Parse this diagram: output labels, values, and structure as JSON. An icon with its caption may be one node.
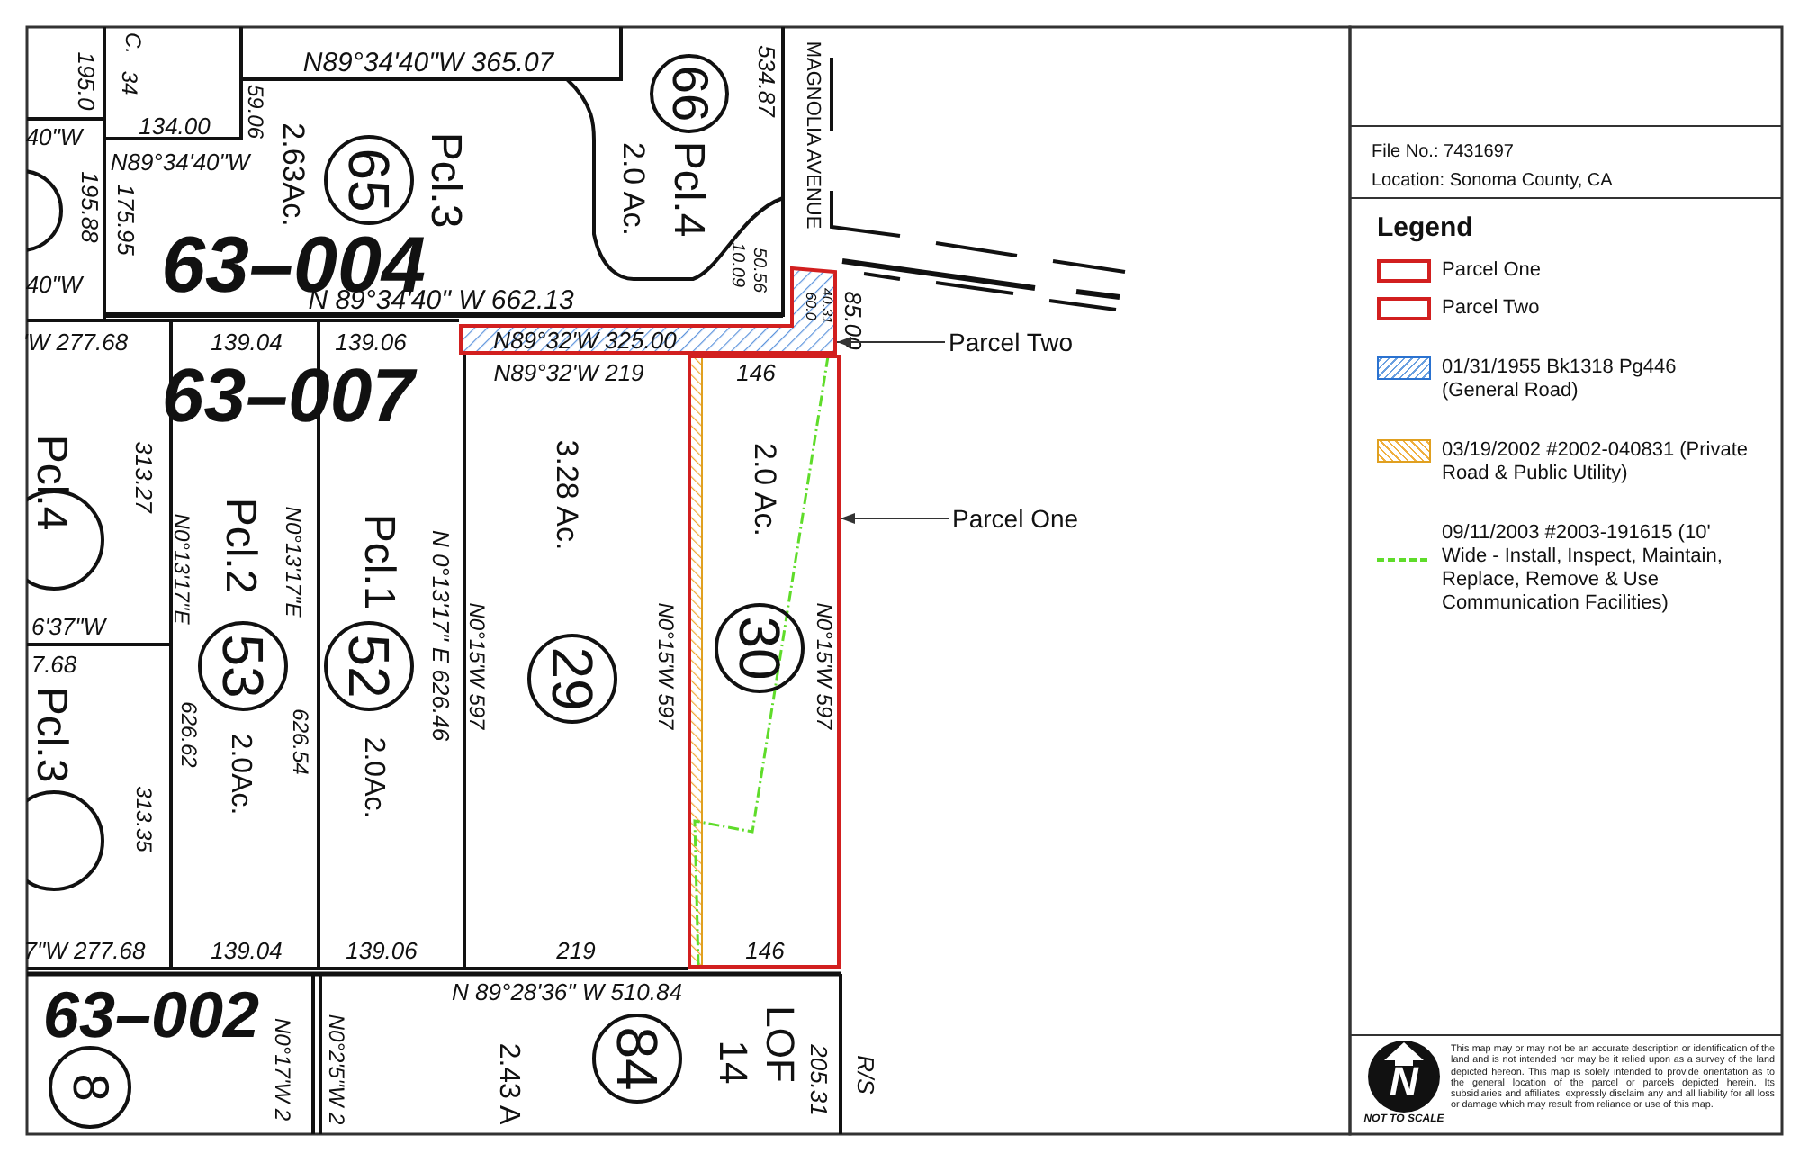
{
  "diagram": {
    "nodes": [
      {
        "text": [
          "Parcel Two"
        ]
      },
      {
        "text": [],
        "shape": "box"
      },
      {
        "text": [
          "Parcel One"
        ]
      },
      {
        "text": [],
        "shape": "box"
      },
      {
        "text": [
          "65"
        ]
      },
      {
        "text": [
          "66"
        ]
      },
      {
        "text": [
          "53"
        ]
      },
      {
        "text": [
          "52"
        ]
      },
      {
        "text": [
          "29"
        ]
      },
      {
        "text": [
          "30"
        ],
        "in": 3
      },
      {
        "text": [
          "84"
        ]
      },
      {
        "text": [
          "8"
        ]
      }
    ],
    "edges": [
      {
        "from": 0,
        "to": 1,
        "arrow": "to"
      },
      {
        "from": 2,
        "to": 3,
        "arrow": "to"
      }
    ],
    "labels": [
      "195.0",
      "C.",
      "34",
      "N89°34'40\"W 365.07",
      "59.06",
      "134.00",
      "40\"W",
      "N89°34'40\"W",
      "195.88",
      "175.95",
      "2.63Ac.",
      "Pcl.3",
      "63–004",
      "2.0 Ac.",
      "Pcl.4",
      "534.87",
      "MAGNOLIA AVENUE",
      "10.09",
      "50.56",
      "40\"W",
      "N 89°34'40\" W 662.13",
      "60.0",
      "40.31",
      "85.00",
      "'W 277.68",
      "139.04",
      "139.06",
      "N89°32'W 325.00",
      "63–007",
      "N89°32'W 219",
      "146",
      "Pcl.4",
      "313.27",
      "3.28 Ac.",
      "2.0 Ac.",
      "N0°13'17\"E",
      "Pcl.2",
      "N0°13'17\"E",
      "Pcl.1",
      "N 0°13'17\" E 626.46",
      "N0°15'W 597",
      "N0°15'W 597",
      "N0°15'W 597",
      "6'37\"W",
      "7.68",
      "Pcl.3",
      "313.35",
      "626.62",
      "2.0Ac.",
      "626.54",
      "2.0Ac.",
      "7\"W 277.68",
      "139.04",
      "139.06",
      "219",
      "146",
      "63–002",
      "N0°17'W 2",
      "N0°2'5\"W 2",
      "N 89°28'36\" W 510.84",
      "2.43 A",
      "LOF",
      "14",
      "205.31",
      "R/S",
      "File No.: 7431697",
      "Location: Sonoma County, CA",
      "Legend",
      "N",
      "NOT TO SCALE",
      "This map may or may not be an accurate description or identification of the land and is not intended nor may be it relied upon as a survey of the land depicted hereon. This map is solely intended to provide orientation as to the general location of the parcel or parcels depicted herein. Its subsidiaries and affiliates, expressly disclaim any and all liability for all loss or damage which may result from reliance or use of this map."
    ],
    "legend": [
      {
        "text": "Parcel One"
      },
      {
        "text": "Parcel Two"
      },
      {
        "text": "01/31/1955 Bk1318 Pg446 (General Road)"
      },
      {
        "text": "03/19/2002 #2002-040831 (Private Road & Public Utility)"
      },
      {
        "text": "09/11/2003 #2003-191615 (10' Wide - Install, Inspect, Maintain, Replace, Remove & Use Communication Facilities)"
      }
    ]
  }
}
